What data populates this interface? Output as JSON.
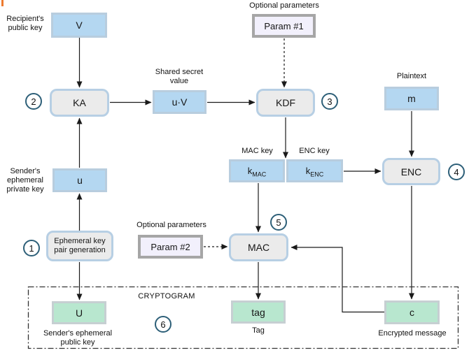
{
  "diagram_title": "CRYPTOGRAM",
  "nodes": {
    "v": {
      "label": "V"
    },
    "ka": {
      "label": "KA"
    },
    "uv": {
      "label": "u·V"
    },
    "kdf": {
      "label": "KDF"
    },
    "param1": {
      "label": "Param #1"
    },
    "m": {
      "label": "m"
    },
    "u": {
      "label": "u"
    },
    "kmac": {
      "base": "k",
      "sub": "MAC"
    },
    "kenc": {
      "base": "k",
      "sub": "ENC"
    },
    "enc": {
      "label": "ENC"
    },
    "ephemeral": {
      "label": "Ephemeral key\npair generation"
    },
    "param2": {
      "label": "Param #2"
    },
    "mac": {
      "label": "MAC"
    },
    "cap_u": {
      "label": "U"
    },
    "tag": {
      "label": "tag"
    },
    "c": {
      "label": "c"
    }
  },
  "captions": {
    "recipients_public_key": "Recipient's\npublic key",
    "shared_secret_value": "Shared secret\nvalue",
    "optional_parameters_top": "Optional parameters",
    "plaintext": "Plaintext",
    "mac_key": "MAC key",
    "enc_key": "ENC key",
    "senders_ephemeral_private_key": "Sender's\nephemeral\nprivate key",
    "optional_parameters_bottom": "Optional parameters",
    "cryptogram": "CRYPTOGRAM",
    "senders_ephemeral_public_key": "Sender's ephemeral\npublic key",
    "tag_caption": "Tag",
    "encrypted_message": "Encrypted message"
  },
  "steps": {
    "s1": "1",
    "s2": "2",
    "s3": "3",
    "s4": "4",
    "s5": "5",
    "s6": "6"
  },
  "colors": {
    "data_box_fill": "#b4d7f1",
    "data_box_border": "#b8cdde",
    "process_fill": "#ebebeb",
    "process_border": "#b7cfe4",
    "param_fill": "#f2f0fc",
    "param_border": "#a6a6a6",
    "output_fill": "#b8e7cf",
    "output_border": "#c6cfd2",
    "step_circle_border": "#2d5f78",
    "arrow_color": "#1a1a1a",
    "cryptogram_border": "#333333",
    "artifact_color": "#ee7b2f"
  }
}
